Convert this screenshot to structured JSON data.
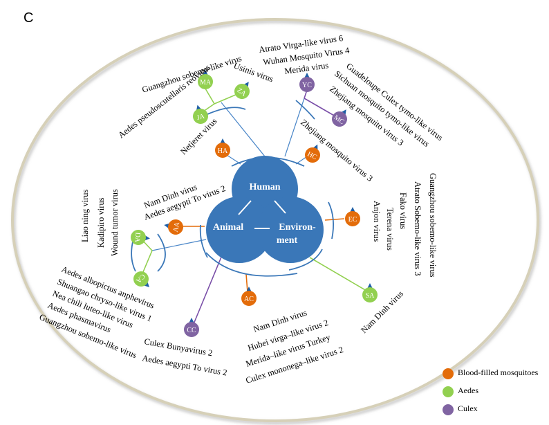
{
  "panel_label": "C",
  "center": {
    "top": "Human",
    "left": "Animal",
    "right_line1": "Environ-",
    "right_line2": "ment"
  },
  "colors": {
    "blood": "#E36C0A",
    "aedes": "#92D050",
    "culex": "#8064A2",
    "hub": "#3A77B8",
    "line": "#4A86C8",
    "ellipse_stroke": "#D6D0B8",
    "arrow": "#1F5FA6"
  },
  "nodes": {
    "HA": {
      "label": "HA",
      "type": "blood"
    },
    "HC": {
      "label": "HC",
      "type": "blood"
    },
    "AA": {
      "label": "AA",
      "type": "blood"
    },
    "AC": {
      "label": "AC",
      "type": "blood"
    },
    "EC": {
      "label": "EC",
      "type": "blood"
    },
    "MA": {
      "label": "MA",
      "type": "aedes"
    },
    "ZA": {
      "label": "ZA",
      "type": "aedes"
    },
    "JA": {
      "label": "JA",
      "type": "aedes"
    },
    "DA": {
      "label": "DA",
      "type": "aedes"
    },
    "CA": {
      "label": "CA",
      "type": "aedes"
    },
    "SA": {
      "label": "SA",
      "type": "aedes"
    },
    "YC": {
      "label": "YC",
      "type": "culex"
    },
    "MC": {
      "label": "MC",
      "type": "culex"
    },
    "CC": {
      "label": "CC",
      "type": "culex"
    }
  },
  "viruses": {
    "ma_1": "Guangzhou sobemo-like virus",
    "za_1": "Usinis virus",
    "ja_1": "Aedes pseudoscutellaris reovirus",
    "ha_1": "Netjeret virus",
    "yc_1": "Atrato Virga-like virus 6",
    "yc_2": "Wuhan Mosquito Virus 4",
    "yc_3": "Merida virus",
    "mc_1": "Guadeloupe Culex tymo-like virus",
    "mc_2": "Sichuan mosquito tymo-like virus",
    "mc_3": "Zhejiang mosquito virus 3",
    "hc_1": "Zhejiang mosquito virus 3",
    "aa_1": "Nam Dinh virus",
    "aa_2": "Aedes aegypti To virus 2",
    "da_1": "Liao ning virus",
    "da_2": "Kadipiro virus",
    "da_3": "Wound tumor virus",
    "ca_1": "Aedes albopictus anphevirus",
    "ca_2": "Shuangao chryso-like virus 1",
    "ca_3": "Nea chili luteo-like virus",
    "ca_4": "Aedes phasmavirus",
    "ca_5": "Guangzhou sobemo-like virus",
    "cc_1": "Culex Bunyavirus 2",
    "cc_2": "Aedes aegypti To virus 2",
    "ac_1": "Nam Dinh virus",
    "ac_2": "Hubei virga–like virus 2",
    "ac_3": "Merida–like virus Turkey",
    "ac_4": "Culex mononega–like virus 2",
    "ec_1": "Guangzhou sobemo-like virus",
    "ec_2": "Atrato Sobemo-like virus 3",
    "ec_3": "Fako virus",
    "ec_4": "Terena virus",
    "ec_5": "Anjon virus",
    "sa_1": "Nam Dinh virus"
  },
  "legend": [
    {
      "label": "Blood-filled mosquitoes",
      "color": "#E36C0A"
    },
    {
      "label": "Aedes",
      "color": "#92D050"
    },
    {
      "label": "Culex",
      "color": "#8064A2"
    }
  ]
}
